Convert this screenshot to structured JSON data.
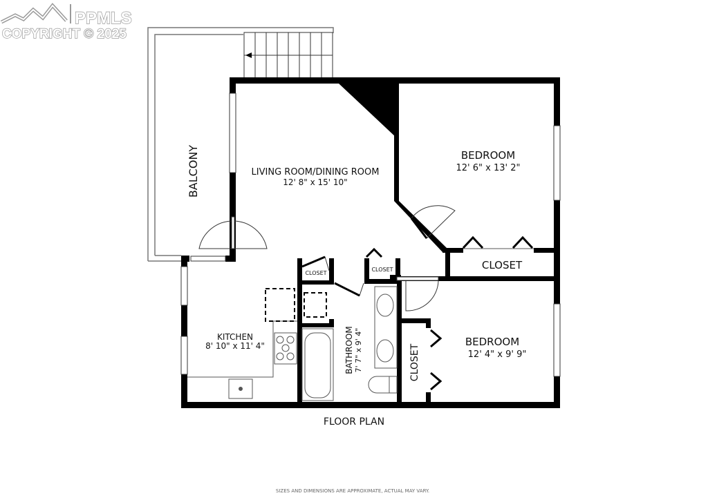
{
  "watermark": {
    "brand": "PPMLS",
    "copyright": "COPYRIGHT © 2025"
  },
  "rooms": {
    "balcony": {
      "name": "BALCONY"
    },
    "living": {
      "name": "LIVING ROOM/DINING ROOM",
      "dims": "12' 8\" x 15' 10\""
    },
    "bedroom1": {
      "name": "BEDROOM",
      "dims": "12' 6\" x 13' 2\""
    },
    "closet_main": {
      "name": "CLOSET"
    },
    "closet_small_1": {
      "name": "CLOSET"
    },
    "closet_small_2": {
      "name": "CLOSET"
    },
    "kitchen": {
      "name": "KITCHEN",
      "dims": "8' 10\" x 11' 4\""
    },
    "bathroom": {
      "name": "BATHROOM",
      "dims": "7' 7\" x 9' 4\""
    },
    "closet_vertical": {
      "name": "CLOSET"
    },
    "bedroom2": {
      "name": "BEDROOM",
      "dims": "12' 4\" x 9' 9\""
    }
  },
  "plan_title": "FLOOR PLAN",
  "disclaimer": "SIZES AND DIMENSIONS ARE APPROXIMATE, ACTUAL MAY VARY.",
  "colors": {
    "wall": "#000000",
    "thin_line": "#555555",
    "text": "#111111",
    "watermark_stroke": "#9a9a9a"
  }
}
